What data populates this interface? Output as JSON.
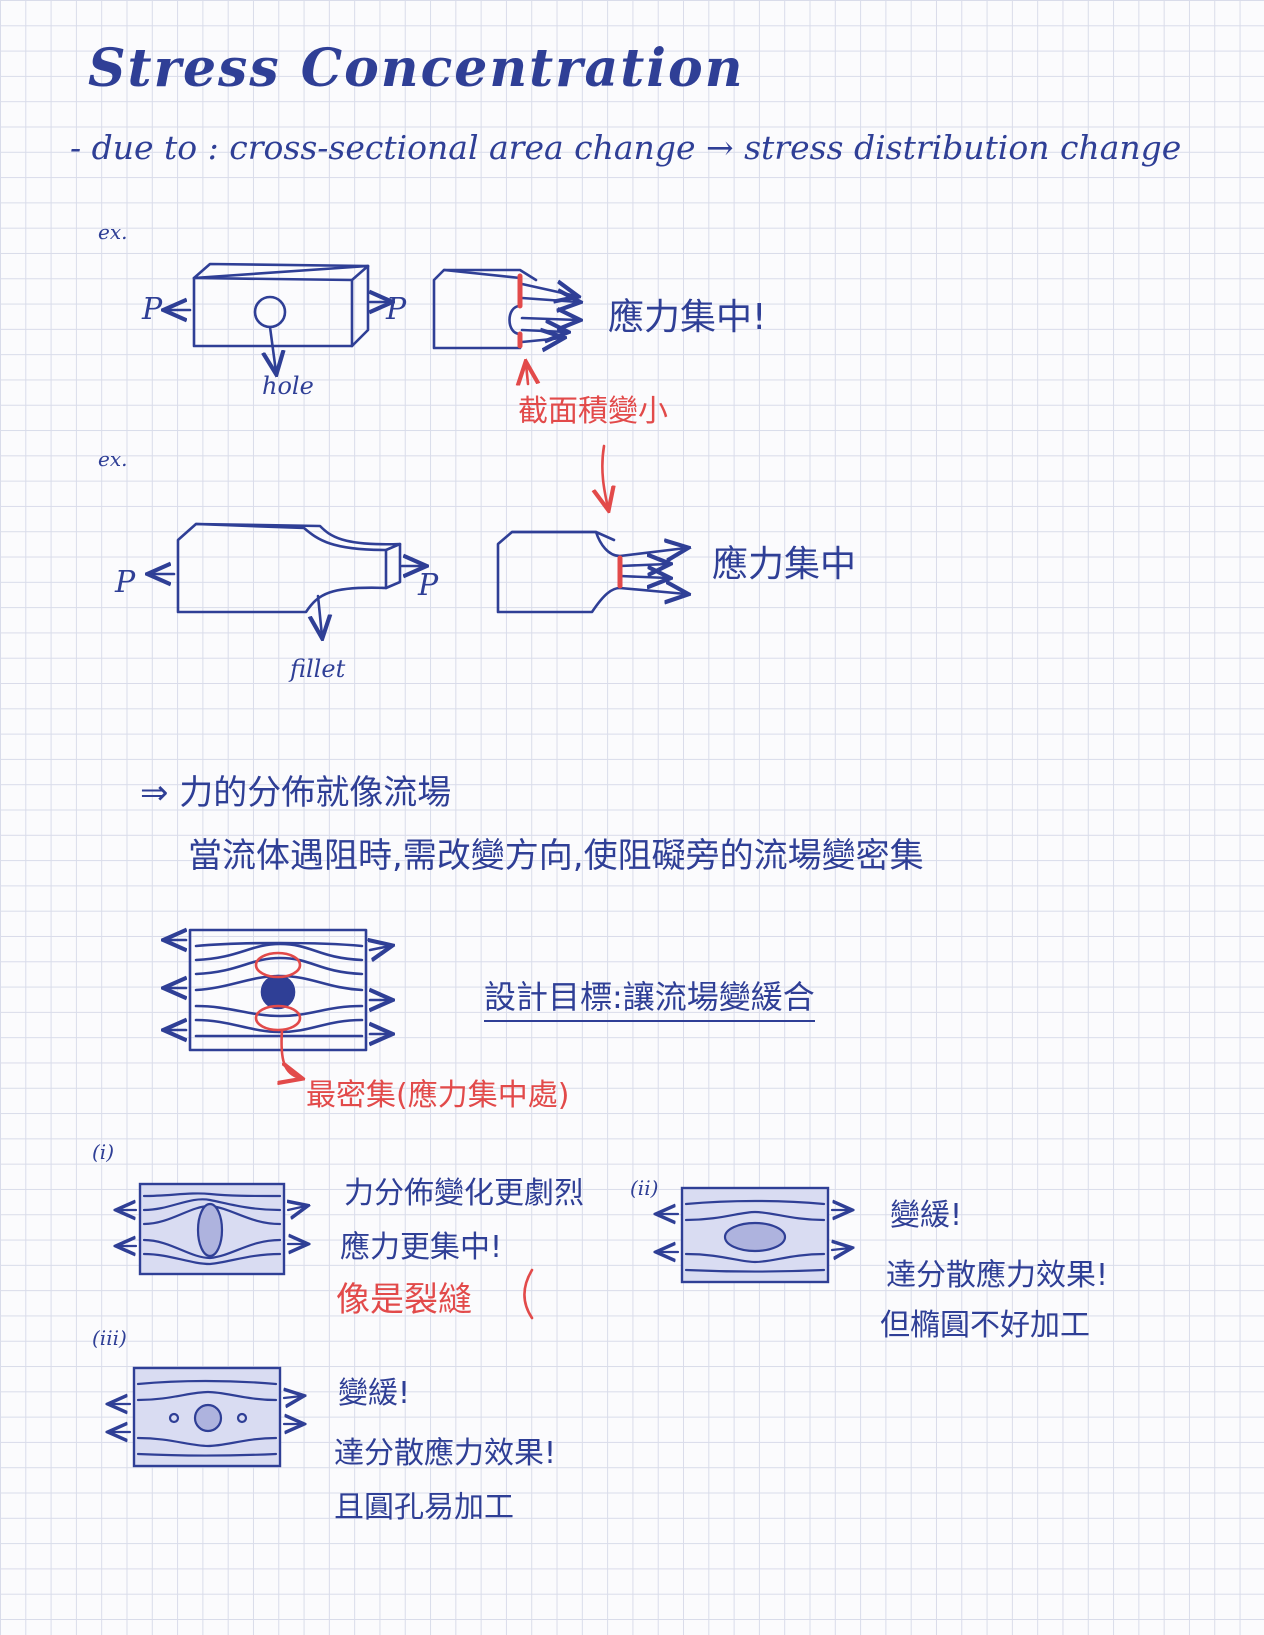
{
  "title": "Stress Concentration",
  "intro": "- due to :  cross-sectional area change → stress distribution change",
  "example1": {
    "marker": "ex.",
    "force_left": "P",
    "force_right": "P",
    "hole_label": "hole",
    "note": "應力集中!",
    "red_note": "截面積變小"
  },
  "example2": {
    "marker": "ex.",
    "force_left": "P",
    "force_right": "P",
    "fillet_label": "fillet",
    "note": "應力集中"
  },
  "analogy": {
    "line1": "⇒ 力的分佈就像流場",
    "line2": "當流体遇阻時,需改變方向,使阻礙旁的流場變密集"
  },
  "design": {
    "goal": "設計目標:讓流場變緩合",
    "red_note": "最密集(應力集中處)"
  },
  "cases": [
    {
      "marker": "(i)",
      "lines": [
        "力分佈變化更劇烈",
        "應力更集中!"
      ],
      "red_line": "像是裂縫"
    },
    {
      "marker": "(ii)",
      "lines": [
        "變緩!",
        "達分散應力效果!",
        "但橢圓不好加工"
      ]
    },
    {
      "marker": "(iii)",
      "lines": [
        "變緩!",
        "達分散應力效果!",
        "且圓孔易加工"
      ]
    }
  ],
  "colors": {
    "ink": "#2f3f96",
    "red": "#e24a4a",
    "fill": "#d9dcf2",
    "grid": "#d9dcea"
  }
}
